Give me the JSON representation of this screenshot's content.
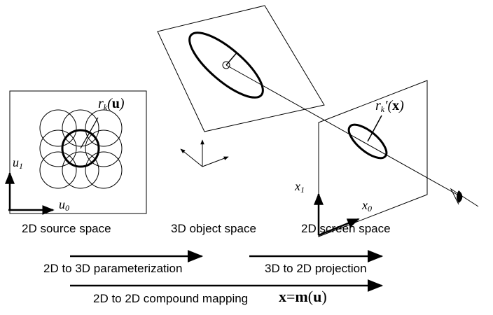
{
  "labels": {
    "source": "2D source space",
    "object": "3D object space",
    "screen": "2D screen space",
    "param": "2D to 3D parameterization",
    "proj": "3D to 2D projection",
    "compound": "2D to 2D compound mapping"
  },
  "math": {
    "rk_r": "r",
    "rk_sub": "k",
    "rk_arg": "u",
    "rkp_r": "r",
    "rkp_sub": "k",
    "rkp_arg": "x",
    "u1_base": "u",
    "u1_sub": "1",
    "u0_base": "u",
    "u0_sub": "0",
    "x1_base": "x",
    "x1_sub": "1",
    "x0_base": "x",
    "x0_sub": "0",
    "eq_lhs": "x",
    "eq_eq": "=",
    "eq_fn": "m",
    "eq_arg": "u"
  }
}
